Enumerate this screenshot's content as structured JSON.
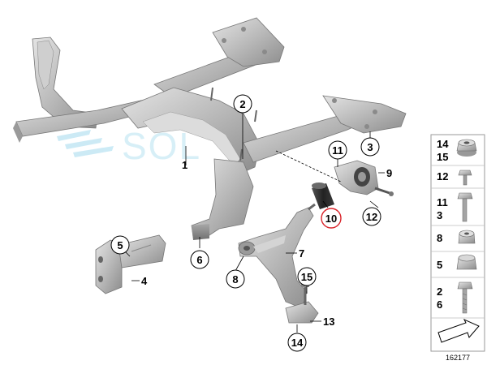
{
  "watermark": {
    "text": "SOL",
    "color": "#9fd6ec"
  },
  "callouts": {
    "c1": "1",
    "c2": "2",
    "c3": "3",
    "c4": "4",
    "c5": "5",
    "c6": "6",
    "c7": "7",
    "c8": "8",
    "c9": "9",
    "c10": "10",
    "c11": "11",
    "c12": "12",
    "c13": "13",
    "c14": "14",
    "c15": "15"
  },
  "highlight_color": "#d9242b",
  "legend": {
    "row1": [
      "14",
      "15"
    ],
    "row2": [
      "12"
    ],
    "row3": [
      "11",
      "3"
    ],
    "row4": [
      "8"
    ],
    "row5": [
      "5"
    ],
    "row6": [
      "2",
      "6"
    ]
  },
  "diagram_id": "162177"
}
